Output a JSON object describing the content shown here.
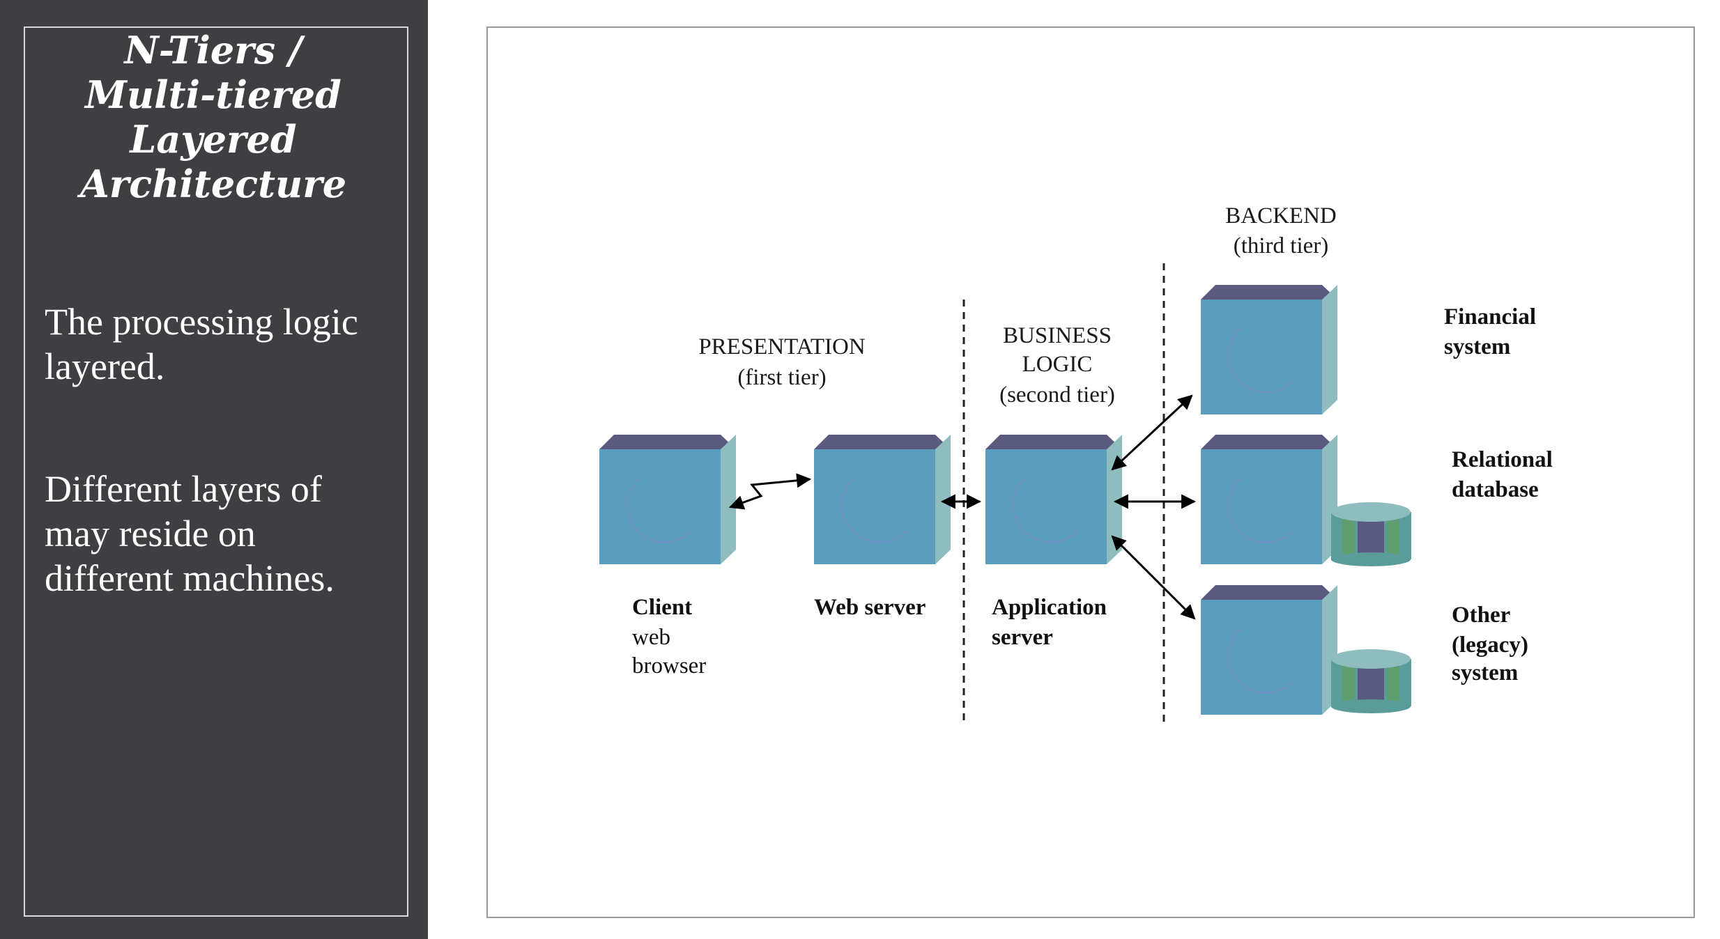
{
  "sidebar": {
    "title_lines": [
      "N-Tiers /",
      "Multi-tiered",
      "Layered",
      "Architecture"
    ],
    "paragraph1_lines": [
      "The processing logic",
      "layered."
    ],
    "paragraph2_lines": [
      "Different layers of",
      "may reside on",
      "different machines."
    ]
  },
  "diagram": {
    "tiers": {
      "presentation": [
        "PRESENTATION",
        "(first tier)"
      ],
      "business": [
        "BUSINESS",
        "LOGIC",
        "(second tier)"
      ],
      "backend": [
        "BACKEND",
        "(third tier)"
      ]
    },
    "nodes": {
      "client": {
        "name": "Client",
        "sub": [
          "web",
          "browser"
        ]
      },
      "web_server": {
        "name": "Web server"
      },
      "app_server": {
        "name_lines": [
          "Application",
          "server"
        ]
      },
      "financial": {
        "name_lines": [
          "Financial",
          "system"
        ]
      },
      "relational": {
        "name_lines": [
          "Relational",
          "database"
        ]
      },
      "legacy": {
        "name_lines": [
          "Other",
          "(legacy)",
          "system"
        ]
      }
    },
    "colors": {
      "cube_front": "#5b9dbd",
      "cube_top": "#5a5a7e",
      "cube_side": "#8ebcbf",
      "crescent": "#b4c6e8",
      "cylinder_teal": "#5a9c9a",
      "cylinder_green": "#5e9e6e",
      "cylinder_purple": "#5a5a80",
      "sidebar_bg": "#3f3e42"
    }
  }
}
